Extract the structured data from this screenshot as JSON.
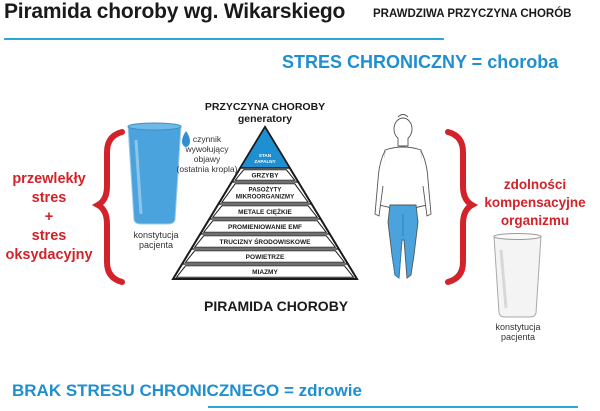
{
  "header": {
    "title": "Piramida choroby wg. Wikarskiego",
    "subtitle": "PRAWDZIWA PRZYCZYNA CHORÓB"
  },
  "stress_heading": "STRES CHRONICZNY = choroba",
  "left_label": [
    "przewlekły",
    "stres",
    "+",
    "stres",
    "oksydacyjny"
  ],
  "right_label": [
    "zdolności",
    "kompensacyjne",
    "organizmu"
  ],
  "drop_note": [
    "czynnik",
    "wywołujący",
    "objawy",
    "(ostatnia kropla)"
  ],
  "glass_caption_left": [
    "konstytucja",
    "pacjenta"
  ],
  "glass_caption_right": [
    "konstytucja",
    "pacjenta"
  ],
  "pyramid": {
    "heading_line1": "PRZYCZYNA CHOROBY",
    "heading_line2": "generatory",
    "apex": [
      "STAN",
      "ZAPALNY"
    ],
    "layers": [
      "GRZYBY",
      "PASOŻYTY MIKROORGANIZMY",
      "METALE CIĘŻKIE",
      "PROMIENIOWANIE EMF",
      "TRUCIZNY ŚRODOWISKOWE",
      "POWIETRZE",
      "MIAZMY"
    ],
    "caption": "PIRAMIDA CHOROBY"
  },
  "health_heading": "BRAK STRESU CHRONICZNEGO = zdrowie",
  "colors": {
    "accent_blue": "#1e8fd0",
    "rule_blue": "#2aa7df",
    "water_blue": "#4aa3dc",
    "bracket_red": "#d2232a"
  }
}
